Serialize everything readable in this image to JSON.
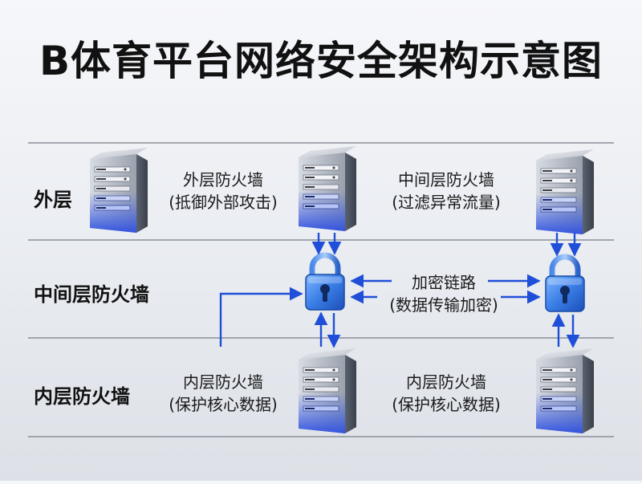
{
  "title": "B体育平台网络安全架构示意图",
  "layers": {
    "outer": "外层",
    "middle": "中间层防火墙",
    "inner": "内层防火墙"
  },
  "captions": {
    "outer_firewall": {
      "line1": "外层防火墙",
      "line2": "(抵御外部攻击)"
    },
    "middle_firewall": {
      "line1": "中间层防火墙",
      "line2": "(过滤异常流量)"
    },
    "encrypted_link": {
      "line1": "加密链路",
      "line2": "(数据传输加密)"
    },
    "inner_firewall_left": {
      "line1": "内层防火墙",
      "line2": "(保护核心数据)"
    },
    "inner_firewall_right": {
      "line1": "内层防火墙",
      "line2": "(保护核心数据)"
    }
  },
  "colors": {
    "arrow": "#1f4fd8",
    "divider": "#8a8f98",
    "lock_body": "#2f6fd6",
    "server_glow": "#3d63e6"
  },
  "icons": [
    "server-icon",
    "lock-icon"
  ]
}
